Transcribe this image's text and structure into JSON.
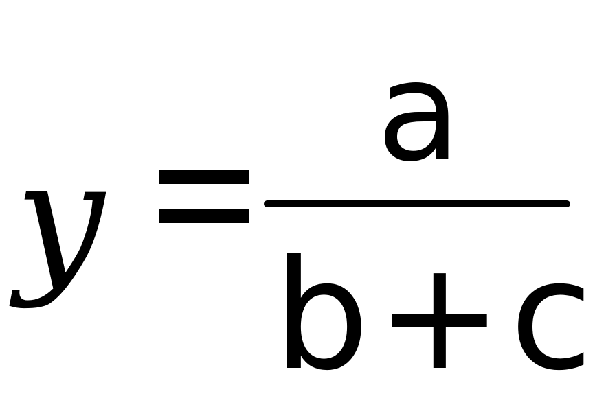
{
  "equation": {
    "lhs": "y",
    "relation": "=",
    "numerator": "a",
    "denominator": {
      "term1": "b",
      "operator": "+",
      "term2": "c"
    }
  }
}
